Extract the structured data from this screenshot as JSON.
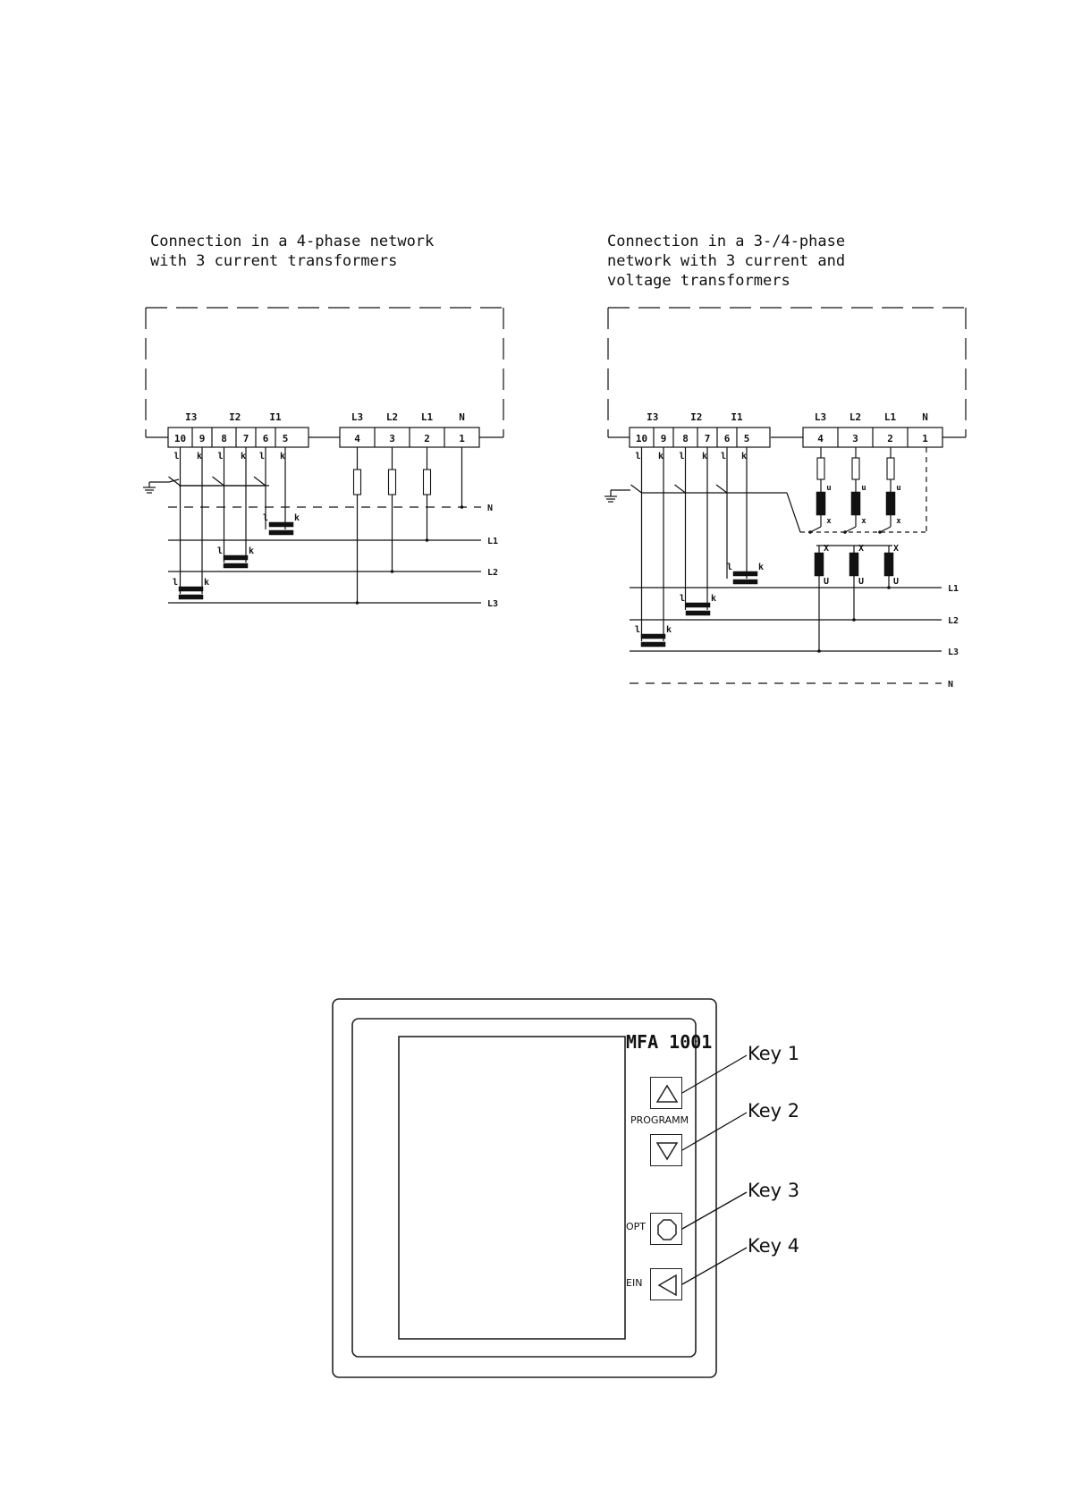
{
  "diagram_left": {
    "title_line1": "Connection in a 4-phase network",
    "title_line2": "with 3 current transformers",
    "current_groups": [
      "I3",
      "I2",
      "I1"
    ],
    "current_terminals": [
      "10",
      "9",
      "8",
      "7",
      "6",
      "5"
    ],
    "voltage_groups": [
      "L3",
      "L2",
      "L1",
      "N"
    ],
    "voltage_terminals": [
      "4",
      "3",
      "2",
      "1"
    ],
    "ct_marks": [
      "l",
      "k"
    ],
    "lines": [
      "N",
      "L1",
      "L2",
      "L3"
    ]
  },
  "diagram_right": {
    "title_line1": "Connection in a 3-/4-phase",
    "title_line2": "network with 3 current and",
    "title_line3": "voltage transformers",
    "current_groups": [
      "I3",
      "I2",
      "I1"
    ],
    "current_terminals": [
      "10",
      "9",
      "8",
      "7",
      "6",
      "5"
    ],
    "voltage_groups": [
      "L3",
      "L2",
      "L1",
      "N"
    ],
    "voltage_terminals": [
      "4",
      "3",
      "2",
      "1"
    ],
    "ct_marks": [
      "l",
      "k"
    ],
    "vt_marks_primary": [
      "u",
      "x"
    ],
    "vt_marks_secondary": [
      "X",
      "U"
    ],
    "lines": [
      "L1",
      "L2",
      "L3",
      "N"
    ]
  },
  "device": {
    "model": "MFA 1001",
    "program_label": "PROGRAMM",
    "opt_label": "OPT",
    "ein_label": "EIN",
    "keys": [
      "Key 1",
      "Key 2",
      "Key 3",
      "Key 4"
    ],
    "key_icons": [
      "triangle-up-icon",
      "triangle-down-icon",
      "octagon-icon",
      "triangle-left-icon"
    ]
  }
}
